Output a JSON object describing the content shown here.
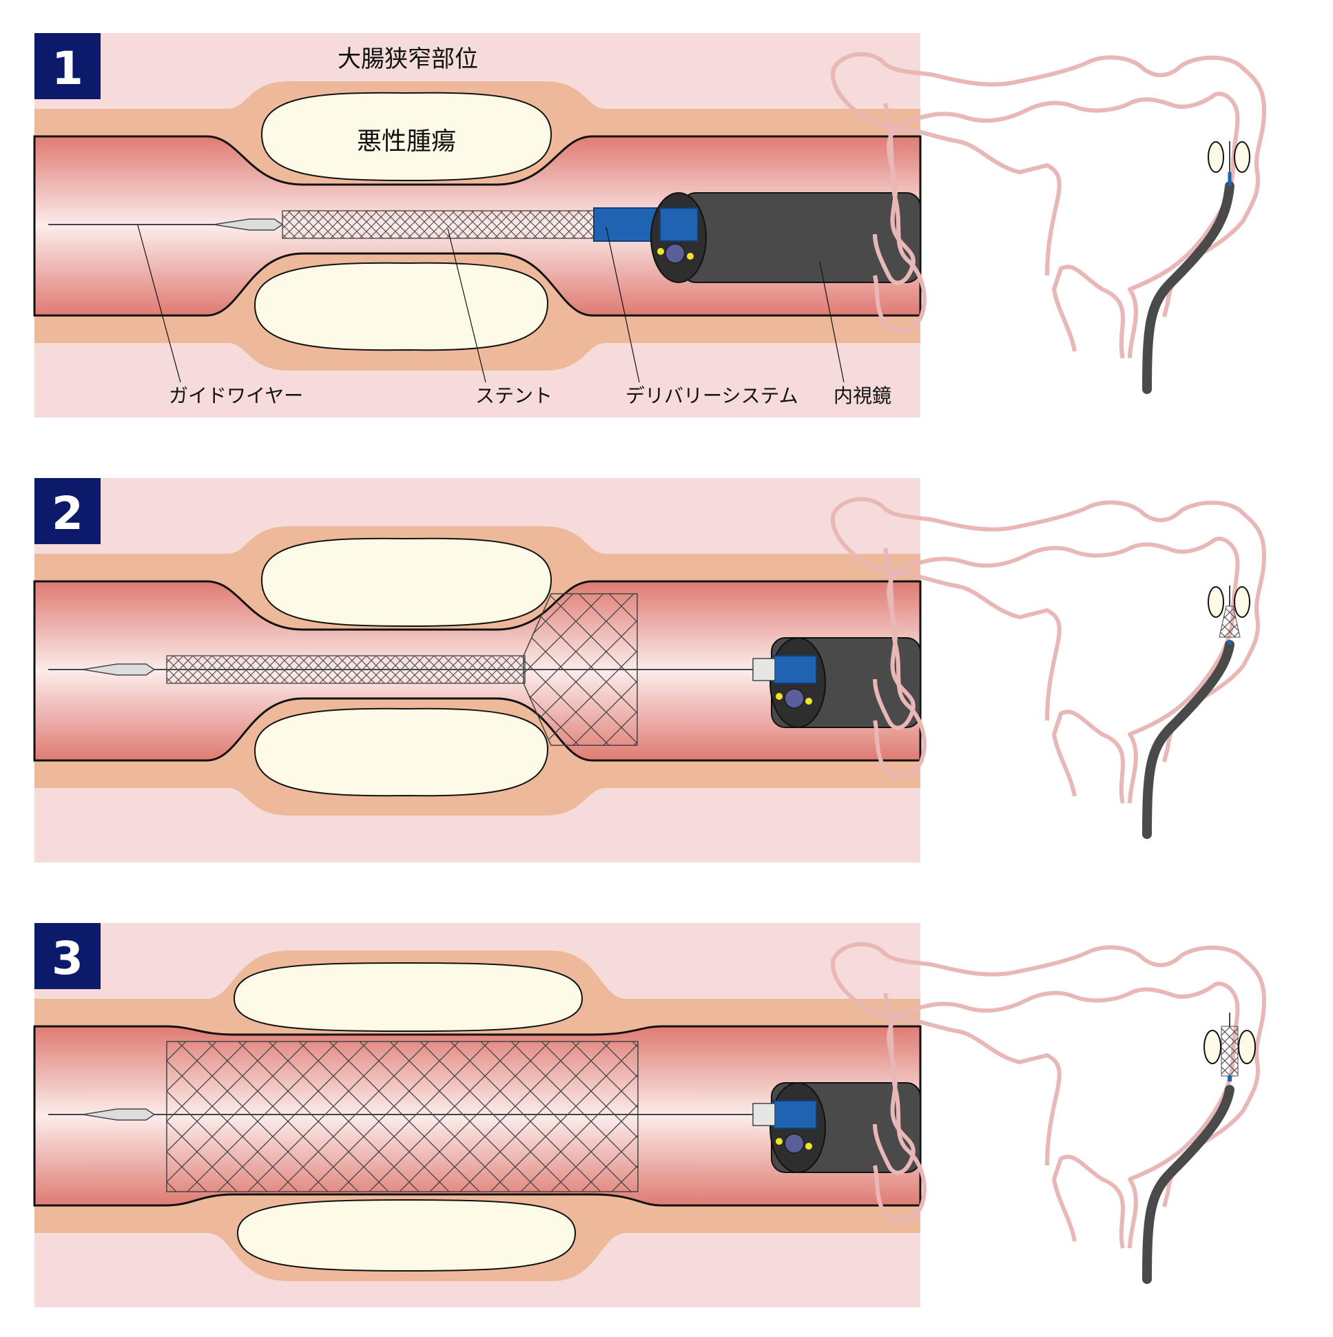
{
  "colors": {
    "background": "#f5dcda",
    "wall": "#eeb99b",
    "lumen_edge": "#df7b72",
    "lumen_center": "#fbeceb",
    "tumor": "#fdfbe7",
    "badge": "#0b1a6b",
    "endoscope": "#4a4a4a",
    "delivery": "#1f63b3",
    "colon_outline": "#e8b7b6"
  },
  "panels": [
    {
      "number": "1",
      "labels": {
        "site": "大腸狭窄部位",
        "tumor": "悪性腫瘍",
        "guidewire": "ガイドワイヤー",
        "stent": "ステント",
        "delivery": "デリバリーシステム",
        "endoscope": "内視鏡"
      }
    },
    {
      "number": "2"
    },
    {
      "number": "3"
    }
  ],
  "icons": [
    "colon-outline-icon",
    "endoscope-icon",
    "stent-icon",
    "guidewire-icon"
  ]
}
